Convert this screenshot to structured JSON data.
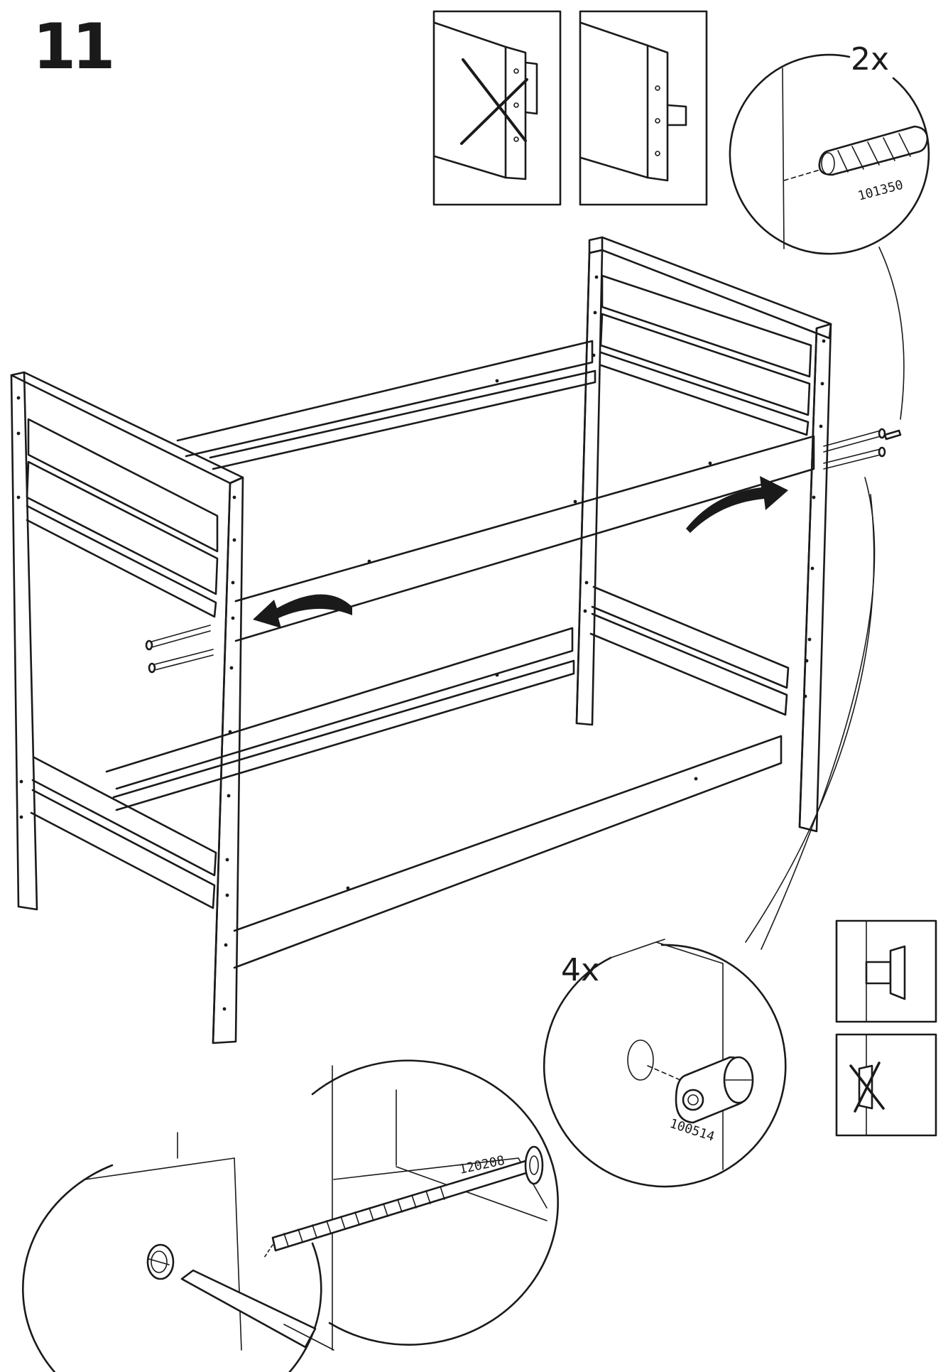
{
  "step": {
    "number": "11"
  },
  "callouts": {
    "dowel": {
      "quantity": "2x",
      "part_number": "101350",
      "icon": "wooden-dowel-icon"
    },
    "barrel_nut": {
      "quantity": "4x",
      "part_number": "100514",
      "icon": "barrel-nut-icon"
    },
    "bolt": {
      "part_number": "120208",
      "icon": "bolt-icon"
    }
  },
  "orientation_hints": {
    "top_left": {
      "meaning": "wrong",
      "icon": "cross-icon"
    },
    "top_right": {
      "meaning": "correct"
    },
    "side_top": {
      "meaning": "correct"
    },
    "side_bottom": {
      "meaning": "wrong",
      "icon": "cross-icon"
    }
  },
  "colors": {
    "line": "#1a1a1a",
    "background": "#ffffff"
  }
}
